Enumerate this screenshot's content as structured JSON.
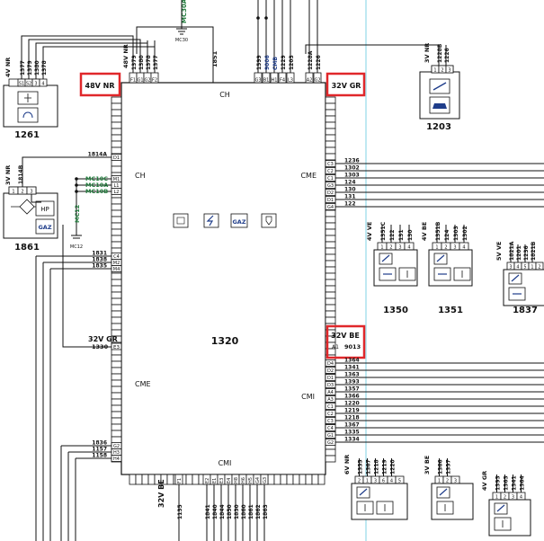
{
  "connectors": {
    "left_top": "48V NR",
    "right_top": "32V GR",
    "right_mid": "32V BE",
    "right_mid_pin_code": "A1",
    "right_mid_wire": "9013",
    "left_mid": "32V GR",
    "left_mid_pin_code": "E3",
    "left_mid_wire": "1330",
    "bottom": "32V BE"
  },
  "ecu": {
    "id": "1320",
    "labels": {
      "ch_top": "CH",
      "ch_left": "CH",
      "cme_right": "CME",
      "cme_left": "CME",
      "cmi_right": "CMI",
      "cmi_bottom": "CMI"
    },
    "icons": [
      "chip-icon",
      "lightning-icon",
      "gaz-icon",
      "sensor-icon"
    ],
    "gaz_text": "GAZ"
  },
  "top_wires": [
    "1379",
    "1380",
    "1378",
    "1377"
  ],
  "top_pins": [
    "F1",
    "G1",
    "G2",
    "F2"
  ],
  "top_single_wire": "1851",
  "mc30_label": "MC30A",
  "mc30_ground": "MC30",
  "top_right_wires": [
    {
      "label": "1599",
      "color": "#111111"
    },
    {
      "label": "9006",
      "color": "#1f3d8a"
    },
    {
      "label": "CMB",
      "color": "#1f3d8a"
    },
    {
      "label": "1229",
      "color": "#111111"
    },
    {
      "label": "1203",
      "color": "#111111"
    },
    {
      "label": "1228A",
      "color": "#111111"
    },
    {
      "label": "1226",
      "color": "#111111"
    }
  ],
  "top_right_pins": [
    "G3",
    "B1",
    "H1",
    "F4",
    "L3",
    "A2",
    "G2"
  ],
  "comp_1261": {
    "id": "1261",
    "conn": "4V NR",
    "wires": [
      "1377",
      "1379",
      "1380",
      "1378"
    ],
    "pins": [
      "S1",
      "S2",
      "3",
      "4"
    ]
  },
  "comp_1203": {
    "id": "1203",
    "conn": "3V NR",
    "wires": [
      "1228B",
      "1226"
    ],
    "pins": [
      "1",
      "2",
      "3"
    ]
  },
  "comp_1861": {
    "id": "1861",
    "conn": "3V NR",
    "wire": "1814B",
    "pins": [
      "1",
      "2",
      "3"
    ],
    "hp": "HP",
    "gaz": "GAZ",
    "mc_labels": [
      "MC10C",
      "MC10A",
      "MC10B"
    ],
    "mc12": "MC12",
    "mc12_ground": "MC12"
  },
  "left_wires_a": [
    {
      "wire": "1814A",
      "pin": "D1"
    }
  ],
  "left_wires_b": [
    {
      "pin": "M1"
    },
    {
      "pin": "L1"
    },
    {
      "pin": "L2"
    }
  ],
  "left_wires_c": [
    {
      "wire": "1831",
      "pin": "C4"
    },
    {
      "wire": "1838",
      "pin": "M2"
    },
    {
      "wire": "1835",
      "pin": "M4"
    }
  ],
  "left_wires_d": [
    {
      "wire": "1836",
      "pin": "G2"
    },
    {
      "wire": "1157",
      "pin": "H3"
    },
    {
      "wire": "1158",
      "pin": "H4"
    }
  ],
  "right_wires_a": [
    {
      "pin": "C3",
      "wire": "1236"
    },
    {
      "pin": "C2",
      "wire": "1302"
    },
    {
      "pin": "C1",
      "wire": "1303"
    },
    {
      "pin": "G3",
      "wire": "124"
    },
    {
      "pin": "D2",
      "wire": "130"
    },
    {
      "pin": "D1",
      "wire": "131"
    },
    {
      "pin": "G4",
      "wire": "122"
    }
  ],
  "right_wires_b": [
    {
      "pin": "D4",
      "wire": "1364"
    },
    {
      "pin": "D2",
      "wire": "1341"
    },
    {
      "pin": "D1",
      "wire": "1363"
    },
    {
      "pin": "D3",
      "wire": "1393"
    },
    {
      "pin": "A4",
      "wire": "1357"
    },
    {
      "pin": "A3",
      "wire": "1366"
    },
    {
      "pin": "C1",
      "wire": "1220"
    },
    {
      "pin": "C2",
      "wire": "1219"
    },
    {
      "pin": "C3",
      "wire": "1218"
    },
    {
      "pin": "C4",
      "wire": "1367"
    },
    {
      "pin": "G1",
      "wire": "1335"
    },
    {
      "pin": "G2",
      "wire": "1334"
    }
  ],
  "comp_1350": {
    "id": "1350",
    "conn": "4V VE",
    "wires": [
      "1351C",
      "122",
      "131",
      "130"
    ],
    "pins": [
      "1",
      "2",
      "3",
      "4"
    ]
  },
  "comp_1351": {
    "id": "1351",
    "conn": "4V BE",
    "wires": [
      "1351B",
      "124",
      "1303",
      "1302"
    ],
    "pins": [
      "1",
      "2",
      "3",
      "4"
    ]
  },
  "comp_1837": {
    "id": "1837",
    "conn": "5V VE",
    "wires": [
      "1821A",
      "1201",
      "1236",
      "1821B"
    ],
    "pins": [
      "3",
      "4",
      "5",
      "1",
      "2"
    ]
  },
  "comp_bottom_a": {
    "conn": "6V NR",
    "wires": [
      "1335",
      "1367",
      "1218",
      "1219",
      "1220"
    ],
    "pins": [
      "2",
      "1",
      "3",
      "6",
      "4",
      "5"
    ]
  },
  "comp_bottom_b": {
    "conn": "3V BE",
    "wires": [
      "1366",
      "1357"
    ],
    "pins": [
      "1",
      "2",
      "3"
    ]
  },
  "comp_bottom_c": {
    "conn": "4V GR",
    "wires": [
      "1393",
      "1363",
      "1341",
      "1364"
    ],
    "pins": [
      "1",
      "2",
      "3",
      "4"
    ]
  },
  "bottom_wires": [
    {
      "wire": "1135",
      "pin": "F1"
    },
    {
      "wire": "1841",
      "pin": "E2"
    },
    {
      "wire": "1840",
      "pin": "E1"
    },
    {
      "wire": "1844",
      "pin": "E3"
    },
    {
      "wire": "1850",
      "pin": "E4"
    },
    {
      "wire": "1830",
      "pin": "H8"
    },
    {
      "wire": "1860",
      "pin": "H6"
    },
    {
      "wire": "1861",
      "pin": "H5"
    },
    {
      "wire": "1862",
      "pin": "G4"
    },
    {
      "wire": "1863",
      "pin": "G3"
    }
  ],
  "colors": {
    "highlight": "#e0272a",
    "mc_green": "#1f7a3a",
    "wire_blue": "#1f3d8a",
    "guide_cyan": "#7fd3e6"
  }
}
